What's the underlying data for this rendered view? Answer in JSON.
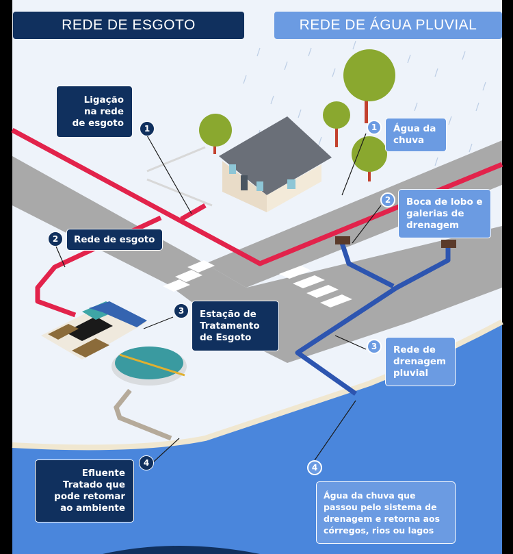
{
  "header": {
    "sewer_title": "REDE DE ESGOTO",
    "rain_title": "REDE DE ÁGUA PLUVIAL"
  },
  "sewer_steps": [
    {
      "number": "1",
      "label": "Ligação\nna rede\nde esgoto"
    },
    {
      "number": "2",
      "label": "Rede de esgoto"
    },
    {
      "number": "3",
      "label": "Estação de\nTratamento\nde Esgoto"
    },
    {
      "number": "4",
      "label_title": "Efluente",
      "label": "Tratado que\npode retomar\nao ambiente"
    }
  ],
  "rain_steps": [
    {
      "number": "1",
      "label": "Água da\nchuva"
    },
    {
      "number": "2",
      "label": "Boca de lobo e\ngalerias de\ndrenagem"
    },
    {
      "number": "3",
      "label": "Rede de\ndrenagem\npluvial"
    },
    {
      "number": "4",
      "label": "Água da chuva que\npassou pelo sistema de\ndrenagem e retorna aos\ncórregos, rios ou lagos"
    }
  ],
  "colors": {
    "sewer_pipe": "#e2234b",
    "rain_pipe": "#2d55b0",
    "dark_box": "#10305e",
    "light_box": "#6b9be2",
    "water": "#4a86dc",
    "road": "#a9a9a9"
  }
}
